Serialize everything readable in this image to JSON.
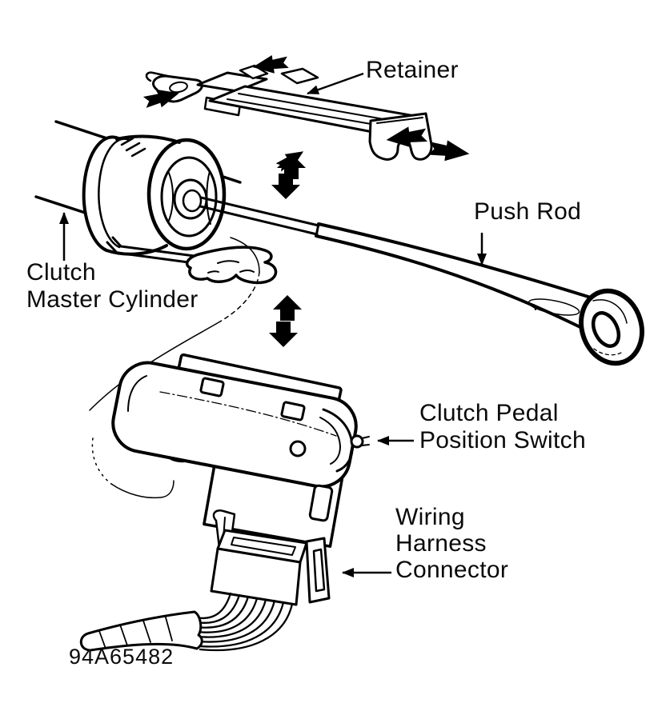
{
  "figure": {
    "background_color": "#ffffff",
    "ink_color": "#000000",
    "part_number": "94A65482",
    "labels": {
      "retainer": "Retainer",
      "push_rod": "Push Rod",
      "clutch_master_cylinder": [
        "Clutch",
        "Master Cylinder"
      ],
      "clutch_pedal_position_switch": [
        "Clutch Pedal",
        "Position Switch"
      ],
      "wiring_harness_connector": [
        "Wiring",
        "Harness",
        "Connector"
      ]
    }
  }
}
